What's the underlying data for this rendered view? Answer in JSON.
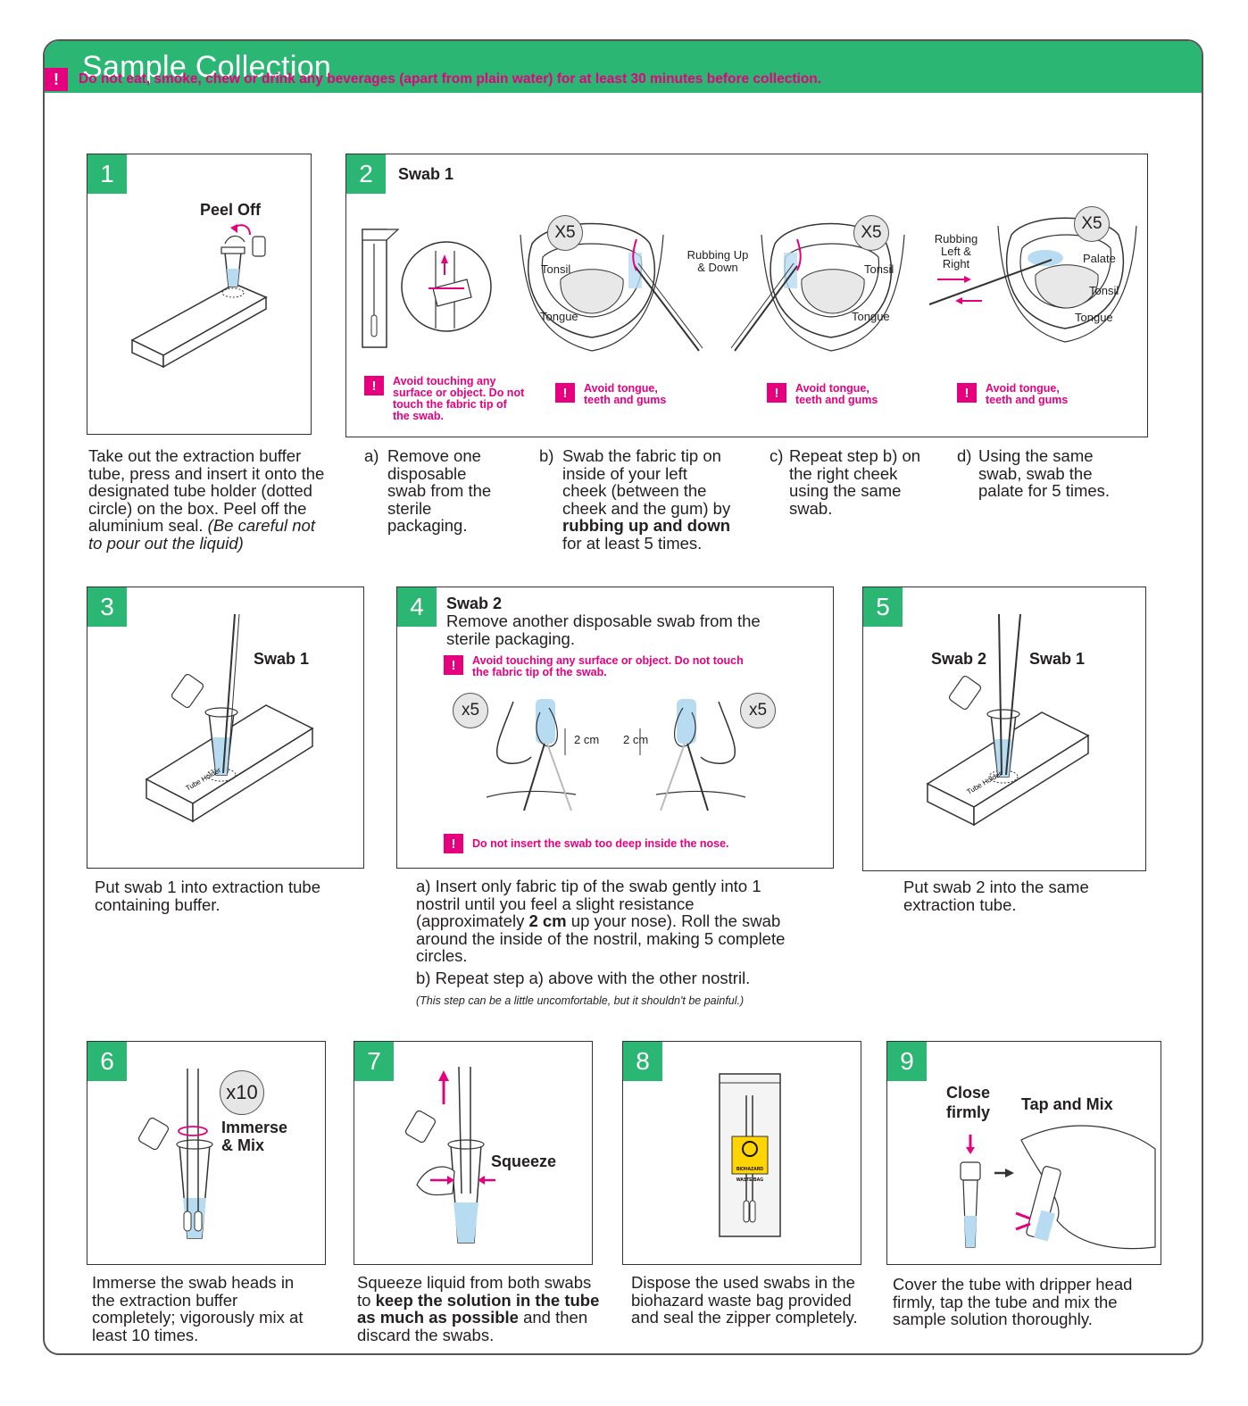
{
  "title": "Sample Collection",
  "top_warning": "Do not eat, smoke, chew or drink any beverages (apart from plain water) for at least 30 minutes before collection.",
  "colors": {
    "green": "#2bb673",
    "pink": "#e6007e",
    "light_blue": "#b7dcf2"
  },
  "step1": {
    "num": "1",
    "label": "Peel Off",
    "desc": "Take out the extraction buffer tube, press and insert it onto the designated tube holder (dotted circle) on the box. Peel off the aluminium seal.",
    "desc_italic": "(Be careful not to pour out the liquid)"
  },
  "step2": {
    "num": "2",
    "title": "Swab 1",
    "note_a": "Avoid touching any surface or object. Do not touch the fabric tip of the swab.",
    "note_tongue": "Avoid tongue, teeth and gums",
    "x5": "X5",
    "x5_lower": "x5",
    "tonsil": "Tonsil",
    "tongue": "Tongue",
    "palate": "Palate",
    "rub_ud": "Rubbing Up & Down",
    "rub_lr": "Rubbing Left & Right",
    "a_letter": "a)",
    "a_text": "Remove one disposable swab from the sterile packaging.",
    "b_letter": "b)",
    "b_text_1": "Swab the fabric tip on inside of your left cheek (between the cheek and the gum) by",
    "b_bold": "rubbing up and down",
    "b_text_2": "for at least 5 times.",
    "c_letter": "c)",
    "c_text": "Repeat step b) on the right cheek using the same swab.",
    "d_letter": "d)",
    "d_text": "Using the same swab, swab the palate for 5 times."
  },
  "step3": {
    "num": "3",
    "label": "Swab 1",
    "holder": "Tube Holder",
    "desc": "Put swab 1 into extraction tube containing buffer."
  },
  "step4": {
    "num": "4",
    "title": "Swab 2",
    "subtitle": "Remove another disposable swab from the sterile packaging.",
    "note1": "Avoid touching any surface or object. Do not touch the fabric tip of the swab.",
    "note2": "Do not insert the swab too deep inside the nose.",
    "cm": "2 cm",
    "x5": "x5",
    "a_text_1": "a) Insert only fabric tip of the swab gently into 1 nostril until you feel a slight resistance (approximately",
    "a_bold": "2 cm",
    "a_text_2": "up your nose). Roll the swab around the inside of the nostril, making 5 complete circles.",
    "b_text": "b) Repeat step a) above with the other nostril.",
    "italic": "(This step can be a little uncomfortable, but it shouldn't be painful.)"
  },
  "step5": {
    "num": "5",
    "label_swab2": "Swab 2",
    "label_swab1": "Swab 1",
    "holder": "Tube Holder",
    "desc": "Put swab 2 into the same extraction tube."
  },
  "step6": {
    "num": "6",
    "x10": "x10",
    "label": "Immerse & Mix",
    "desc": "Immerse the swab heads in the extraction buffer completely; vigorously mix at least 10 times."
  },
  "step7": {
    "num": "7",
    "label": "Squeeze",
    "desc_1": "Squeeze liquid from both swabs to",
    "desc_bold": "keep the solution in the tube as much as possible",
    "desc_2": "and then discard the swabs."
  },
  "step8": {
    "num": "8",
    "bag_label": "BIOHAZARD",
    "bag_sub": "WASTE BAG",
    "desc": "Dispose the used swabs in the biohazard waste bag provided and seal the zipper completely."
  },
  "step9": {
    "num": "9",
    "close": "Close firmly",
    "tap": "Tap and Mix",
    "desc": "Cover the tube with dripper head firmly, tap the tube and mix the sample solution thoroughly."
  }
}
